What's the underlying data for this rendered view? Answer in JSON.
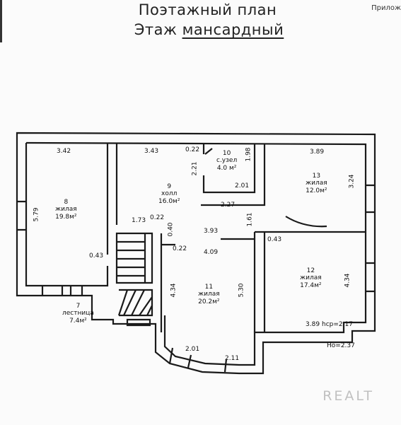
{
  "header": {
    "line1": "Поэтажный план",
    "line2_prefix": "Этаж ",
    "line2_floor": "мансардный",
    "corner_text": "Прилож"
  },
  "rooms": [
    {
      "num": "8",
      "name": "жилая",
      "area": "19.8м²"
    },
    {
      "num": "9",
      "name": "холл",
      "area": "16.0м²"
    },
    {
      "num": "10",
      "name": "с.узел",
      "area": "4.0 м²"
    },
    {
      "num": "13",
      "name": "жилая",
      "area": "12.0м²"
    },
    {
      "num": "12",
      "name": "жилая",
      "area": "17.4м²"
    },
    {
      "num": "11",
      "name": "жилая",
      "area": "20.2м²"
    },
    {
      "num": "7",
      "name": "лестница",
      "area": "7.4м²"
    }
  ],
  "dims": {
    "d342": "3.42",
    "d343": "3.43",
    "d022a": "0.22",
    "d198": "1.98",
    "d389a": "3.89",
    "d221": "2.21",
    "d201a": "2.01",
    "d324": "3.24",
    "d227": "2.27",
    "d161": "1.61",
    "d579": "5.79",
    "d173": "1.73",
    "d022b": "0.22",
    "d040": "0.40",
    "d393": "3.93",
    "d043a": "0.43",
    "d022c": "0.22",
    "d409": "4.09",
    "d043b": "0.43",
    "d434a": "4.34",
    "d530": "5.30",
    "d434b": "4.34",
    "d389b": "3.89",
    "hcp": "hср=2.17",
    "d201b": "2.01",
    "d211": "2.11",
    "ho": "Hо=2.37"
  },
  "watermark": "REALT"
}
